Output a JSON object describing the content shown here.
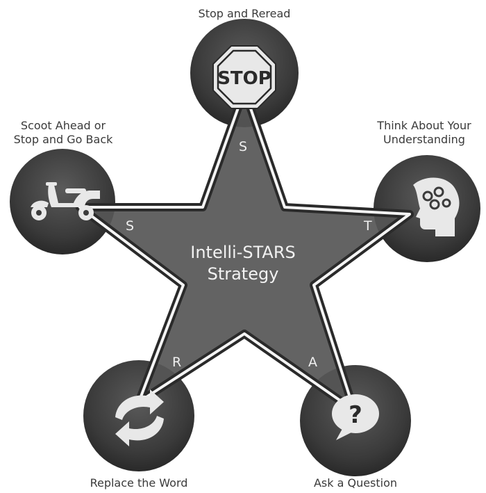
{
  "center_title": "Intelli-STARS\nStrategy",
  "nodes": {
    "top": {
      "caption": "Stop and Reread",
      "letter": "S",
      "icon": "stop-sign-icon",
      "sign_text": "STOP"
    },
    "left": {
      "caption": "Scoot Ahead or\nStop and Go Back",
      "letter": "S",
      "icon": "scooter-icon"
    },
    "right": {
      "caption": "Think About Your\nUnderstanding",
      "letter": "T",
      "icon": "head-gears-icon"
    },
    "bottom_right": {
      "caption": "Ask a Question",
      "letter": "A",
      "icon": "question-bubble-icon",
      "glyph": "?"
    },
    "bottom_left": {
      "caption": "Replace the Word",
      "letter": "R",
      "icon": "replace-arrows-icon"
    }
  },
  "colors": {
    "star_fill": "#555555",
    "star_outline": "#2e2e2e",
    "circle_fill": "#3b3b3b",
    "icon": "#e8e8e8",
    "caption_text": "#3a3a3a"
  }
}
